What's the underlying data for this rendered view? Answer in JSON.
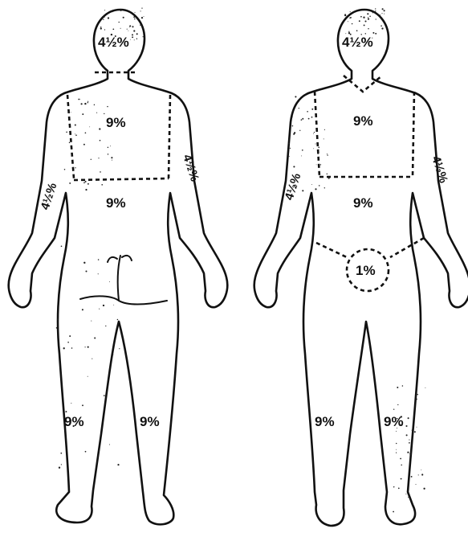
{
  "colors": {
    "ink": "#111111",
    "background": "#ffffff"
  },
  "back_view": {
    "head": "4½%",
    "upper_trunk": "9%",
    "lower_trunk": "9%",
    "left_arm": "4½%",
    "right_arm": "4½%",
    "left_leg": "9%",
    "right_leg": "9%"
  },
  "front_view": {
    "head": "4½%",
    "upper_trunk": "9%",
    "lower_trunk": "9%",
    "groin": "1%",
    "left_arm": "4½%",
    "right_arm": "4½%",
    "left_leg": "9%",
    "right_leg": "9%"
  }
}
